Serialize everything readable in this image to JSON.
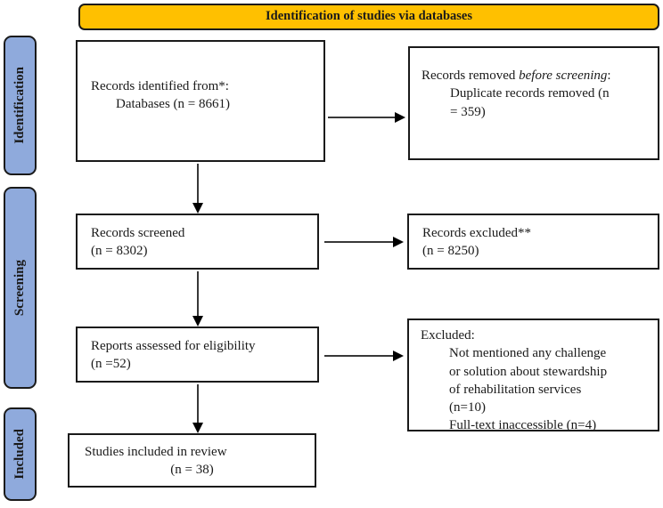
{
  "banner": {
    "title": "Identification of studies via databases"
  },
  "stage_labels": {
    "identification": "Identification",
    "screening": "Screening",
    "included": "Included"
  },
  "boxes": {
    "records_identified": {
      "line1": "Records identified from*:",
      "line2": "Databases (n = 8661)"
    },
    "records_removed": {
      "line1_prefix": "Records removed ",
      "line1_italic": "before screening",
      "line1_suffix": ":",
      "detail_lines": [
        "Duplicate records removed (n",
        "= 359)"
      ]
    },
    "records_screened": {
      "line1": "Records screened",
      "line2": "(n = 8302)"
    },
    "records_excluded": {
      "line1": "Records excluded**",
      "line2": "(n = 8250)"
    },
    "reports_assessed": {
      "line1": "Reports assessed for eligibility",
      "line2": "(n =52)"
    },
    "excluded_reasons": {
      "title": "Excluded:",
      "detail_lines": [
        "Not mentioned any challenge",
        "or solution about stewardship",
        "of rehabilitation services",
        "(n=10)",
        "Full-text inaccessible (n=4)"
      ]
    },
    "studies_included": {
      "line1": "Studies included in review",
      "line2": "(n = 38)"
    }
  },
  "colors": {
    "banner_fill": "#FFC000",
    "stage_label_fill": "#8FAADC",
    "box_border": "#000000",
    "arrow": "#383838"
  }
}
